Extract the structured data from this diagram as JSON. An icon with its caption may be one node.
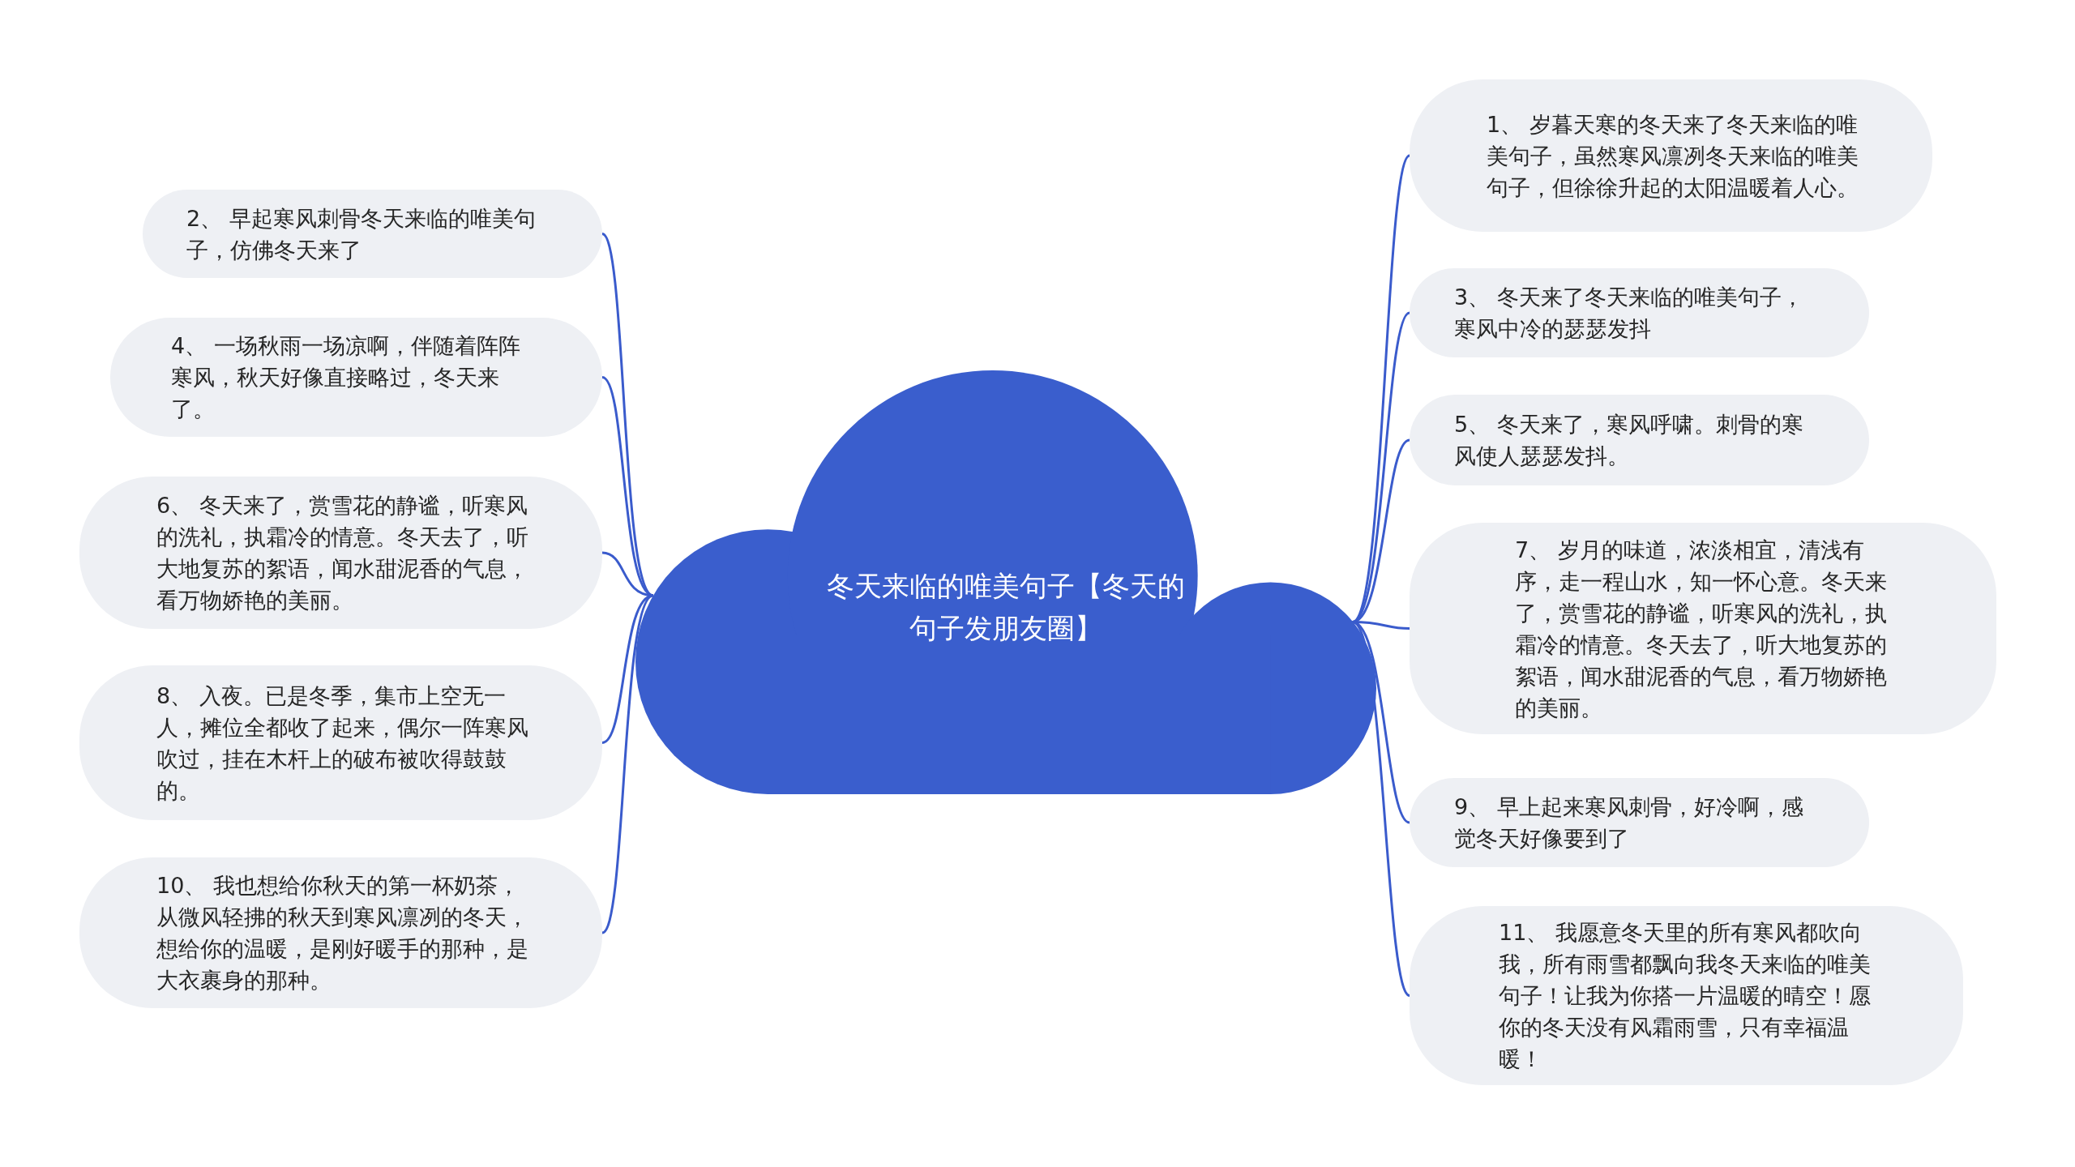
{
  "diagram": {
    "nodes": [
      {
        "text": [
          "冬天来临的唯美句子【冬天的句子发朋友圈】"
        ]
      },
      {
        "text": [
          "1、 岁暮天寒的冬天来了冬天来临的唯美句子，虽然寒风凛冽冬天来临的唯美句子，但徐徐升起的太阳温暖着人心。"
        ]
      },
      {
        "text": [
          "2、 早起寒风刺骨冬天来临的唯美句子，仿佛冬天来了"
        ]
      },
      {
        "text": [
          "3、 冬天来了冬天来临的唯美句子，寒风中冷的瑟瑟发抖"
        ]
      },
      {
        "text": [
          "4、 一场秋雨一场凉啊，伴随着阵阵寒风，秋天好像直接略过，冬天来了。"
        ]
      },
      {
        "text": [
          "5、 冬天来了，寒风呼啸。刺骨的寒风使人瑟瑟发抖。"
        ]
      },
      {
        "text": [
          "6、 冬天来了，赏雪花的静谧，听寒风的洗礼，执霜冷的情意。冬天去了，听大地复苏的絮语，闻水甜泥香的气息，看万物娇艳的美丽。"
        ]
      },
      {
        "text": [
          "7、 岁月的味道，浓淡相宜，清浅有序，走一程山水，知一怀心意。冬天来了，赏雪花的静谧，听寒风的洗礼，执霜冷的情意。冬天去了，听大地复苏的絮语，闻水甜泥香的气息，看万物娇艳的美丽。"
        ]
      },
      {
        "text": [
          "8、 入夜。已是冬季，集市上空无一人，摊位全都收了起来，偶尔一阵寒风吹过，挂在木杆上的破布被吹得鼓鼓的。"
        ]
      },
      {
        "text": [
          "9、 早上起来寒风刺骨，好冷啊，感觉冬天好像要到了"
        ]
      },
      {
        "text": [
          "10、 我也想给你秋天的第一杯奶茶，从微风轻拂的秋天到寒风凛冽的冬天，想给你的温暖，是刚好暖手的那种，是大衣裹身的那种。"
        ]
      },
      {
        "text": [
          "11、 我愿意冬天里的所有寒风都吹向我，所有雨雪都飘向我冬天来临的唯美句子！让我为你搭一片温暖的晴空！愿你的冬天没有风霜雨雪，只有幸福温暖！"
        ]
      }
    ],
    "edges": [
      {
        "from": 0,
        "to": 1,
        "arrow": "none"
      },
      {
        "from": 0,
        "to": 2,
        "arrow": "none"
      },
      {
        "from": 0,
        "to": 3,
        "arrow": "none"
      },
      {
        "from": 0,
        "to": 4,
        "arrow": "none"
      },
      {
        "from": 0,
        "to": 5,
        "arrow": "none"
      },
      {
        "from": 0,
        "to": 6,
        "arrow": "none"
      },
      {
        "from": 0,
        "to": 7,
        "arrow": "none"
      },
      {
        "from": 0,
        "to": 8,
        "arrow": "none"
      },
      {
        "from": 0,
        "to": 9,
        "arrow": "none"
      },
      {
        "from": 0,
        "to": 10,
        "arrow": "none"
      },
      {
        "from": 0,
        "to": 11,
        "arrow": "none"
      }
    ]
  }
}
